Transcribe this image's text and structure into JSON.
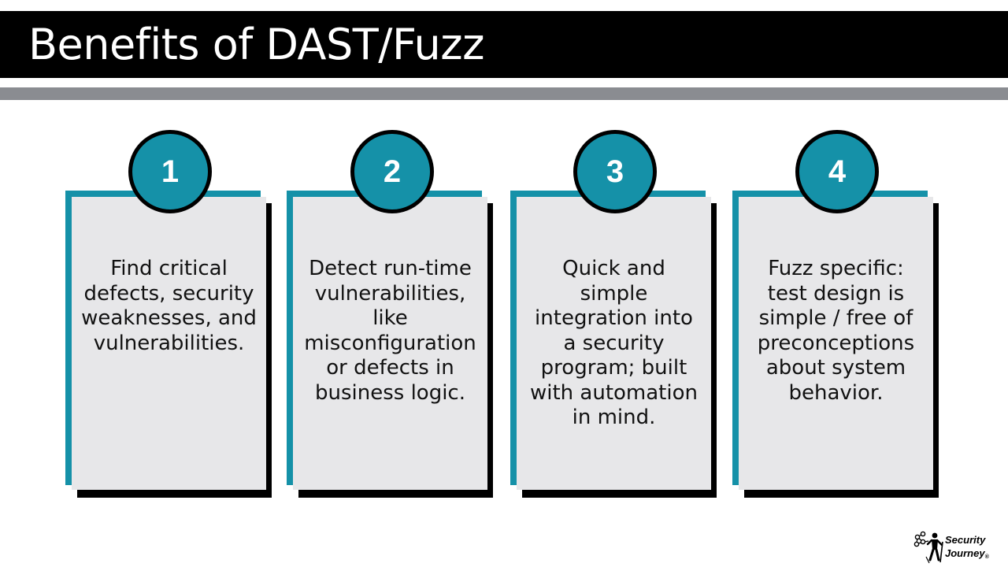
{
  "slide": {
    "title": "Benefits of DAST/Fuzz",
    "cards": [
      {
        "number": "1",
        "text": "Find critical defects, security weaknesses, and vulnerabilities."
      },
      {
        "number": "2",
        "text": "Detect run-time vulnerabilities, like misconfiguration or defects in business logic."
      },
      {
        "number": "3",
        "text": "Quick and simple integration into a security program; built with automation in mind."
      },
      {
        "number": "4",
        "text": "Fuzz specific: test design is simple / free of preconceptions about system behavior."
      }
    ]
  },
  "logo": {
    "line1": "Security",
    "line2": "Journey",
    "mark": "®",
    "icon": "hiker-network-icon"
  },
  "colors": {
    "title_bar": "#000000",
    "title_text": "#ffffff",
    "divider": "#8a8c91",
    "accent": "#1591a8",
    "card_fill": "#e7e7e9",
    "shadow": "#000000"
  }
}
